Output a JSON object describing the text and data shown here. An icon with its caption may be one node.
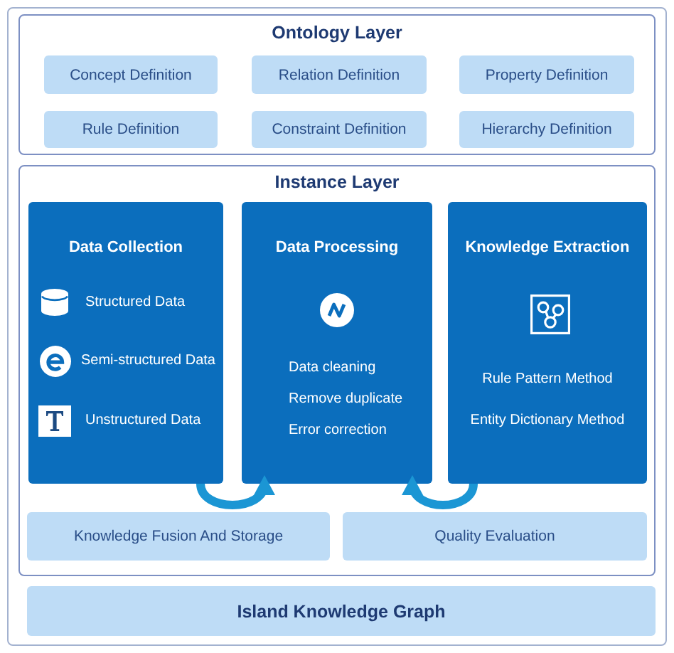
{
  "diagram": {
    "nodes": [
      {
        "text": [
          "Ontology Layer"
        ]
      },
      {
        "text": [
          "Concept Definition"
        ],
        "in": 0
      },
      {
        "text": [
          "Relation Definition"
        ],
        "in": 0
      },
      {
        "text": [
          "Property Definition"
        ],
        "in": 0
      },
      {
        "text": [
          "Rule Definition"
        ],
        "in": 0
      },
      {
        "text": [
          "Constraint Definition"
        ],
        "in": 0
      },
      {
        "text": [
          "Hierarchy Definition"
        ],
        "in": 0
      },
      {
        "text": [
          "Instance Layer"
        ]
      },
      {
        "text": [
          "Data Collection",
          "Structured Data",
          "Semi-structured Data",
          "Unstructured Data"
        ],
        "in": 7
      },
      {
        "text": [
          "Data Processing",
          "Data cleaning",
          "Remove duplicate",
          "Error correction"
        ],
        "in": 7
      },
      {
        "text": [
          "Knowledge Extraction",
          "Rule Pattern Method",
          "Entity Dictionary Method"
        ],
        "in": 7
      },
      {
        "text": [
          "Knowledge Fusion And Storage"
        ],
        "in": 7
      },
      {
        "text": [
          "Quality Evaluation"
        ],
        "in": 7
      },
      {
        "text": [
          "Island Knowledge Graph"
        ]
      }
    ],
    "edges": [
      {
        "from": 8,
        "to": 9,
        "arrow": "to"
      },
      {
        "from": 10,
        "to": 9,
        "arrow": "to"
      }
    ]
  }
}
